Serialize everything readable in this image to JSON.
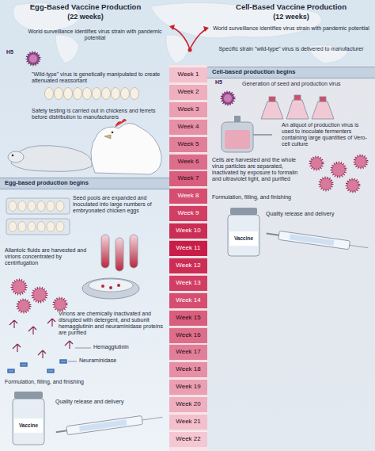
{
  "diagram": {
    "nodes": [
      {
        "text": [
          "Week 1"
        ]
      },
      {
        "text": [
          "Week 2"
        ]
      },
      {
        "text": [
          "Week 3"
        ]
      },
      {
        "text": [
          "Week 4"
        ]
      },
      {
        "text": [
          "Week 5"
        ]
      },
      {
        "text": [
          "Week 6"
        ]
      },
      {
        "text": [
          "Week 7"
        ]
      },
      {
        "text": [
          "Week 8"
        ]
      },
      {
        "text": [
          "Week 9"
        ]
      },
      {
        "text": [
          "Week 10"
        ]
      },
      {
        "text": [
          "Week 11"
        ]
      },
      {
        "text": [
          "Week 12"
        ]
      },
      {
        "text": [
          "Week 13"
        ]
      },
      {
        "text": [
          "Week 14"
        ]
      },
      {
        "text": [
          "Week 15"
        ]
      },
      {
        "text": [
          "Week 16"
        ]
      },
      {
        "text": [
          "Week 17"
        ]
      },
      {
        "text": [
          "Week 18"
        ]
      },
      {
        "text": [
          "Week 19"
        ]
      },
      {
        "text": [
          "Week 20"
        ]
      },
      {
        "text": [
          "Week 21"
        ]
      },
      {
        "text": [
          "Week 22"
        ]
      },
      {
        "text": [
          "Egg-based production begins"
        ]
      },
      {
        "text": [
          "Cell-based production begins"
        ]
      }
    ],
    "labels": [
      "Egg-Based Vaccine Production",
      "(22 weeks)",
      "World surveillance identifies virus strain with pandemic potential",
      "Cell-Based Vaccine Production",
      "(12 weeks)",
      "World surveillance identifies virus strain with pandemic potential",
      "Specific strain \"wild-type\" virus is delivered to manufacturer",
      "H5",
      "\"Wild-type\" virus is genetically manipulated to create attenuated reassortant",
      "Safety testing is carried out in chickens and ferrets before distribution to manufacturers",
      "Seed pools are expanded and inoculated into large numbers of embryonated chicken eggs",
      "Allantoic fluids are harvested and virions concentrated by centrifugation",
      "Virions are chemically inactivated and disrupted with detergent, and subunit hemagglutinin and neuraminidase proteins are purified",
      "Hemagglutinin",
      "Neuraminidase",
      "Formulation, filling, and finishing",
      "Quality release and delivery",
      "Vaccine",
      "H5",
      "Generation of seed and production virus",
      "An aliquot of production virus is used to inoculate fermenters containing large quantities of Vero-cell culture",
      "Cells are harvested and the whole virus particles are separated, inactivated by exposure to formalin and ultraviolet light, and purified",
      "Formulation, filling, and finishing",
      "Quality release and delivery",
      "Vaccine"
    ]
  }
}
